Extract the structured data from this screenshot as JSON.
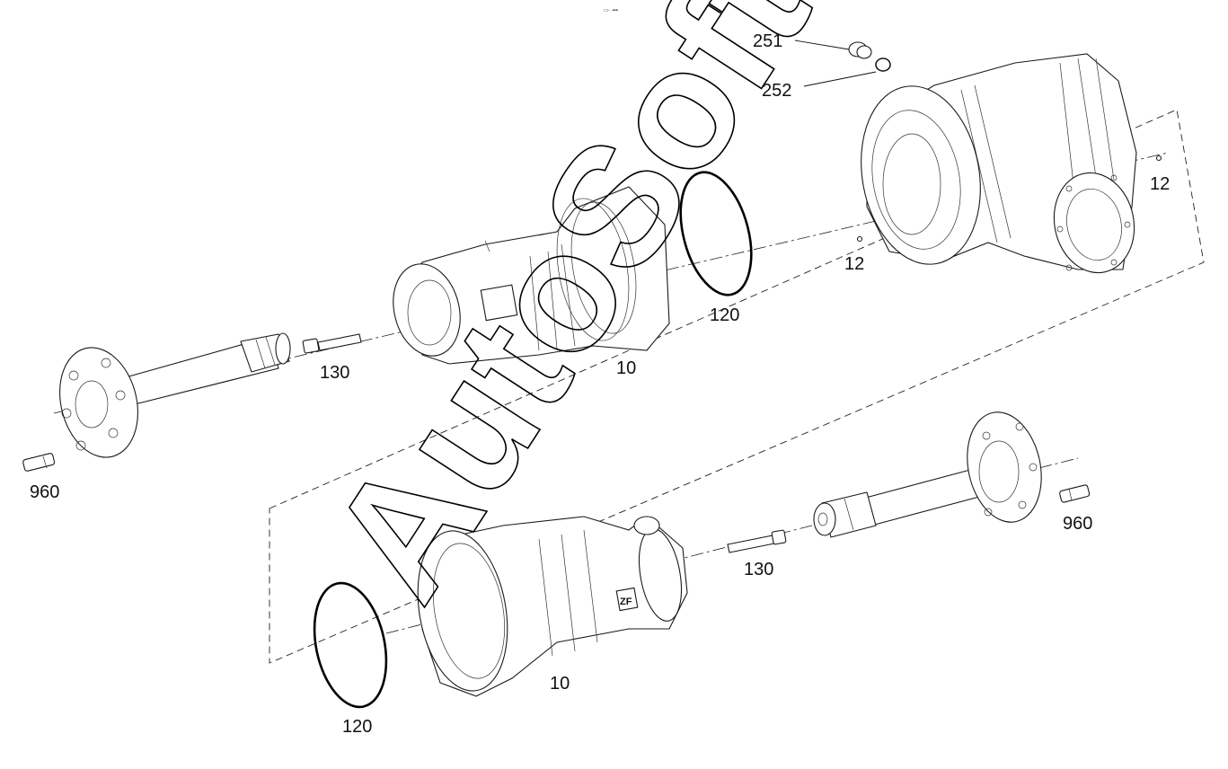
{
  "header_marks": "▭· ▪▪▪",
  "watermark": "AutoSoft",
  "logo_text": "ZF",
  "labels": {
    "l251": "251",
    "l252": "252",
    "l12_right": "12",
    "l12_mid": "12",
    "l120_top": "120",
    "l130_top": "130",
    "l10_top": "10",
    "l960_left": "960",
    "l960_right": "960",
    "l130_bottom": "130",
    "l10_bottom": "10",
    "l120_bottom": "120"
  }
}
